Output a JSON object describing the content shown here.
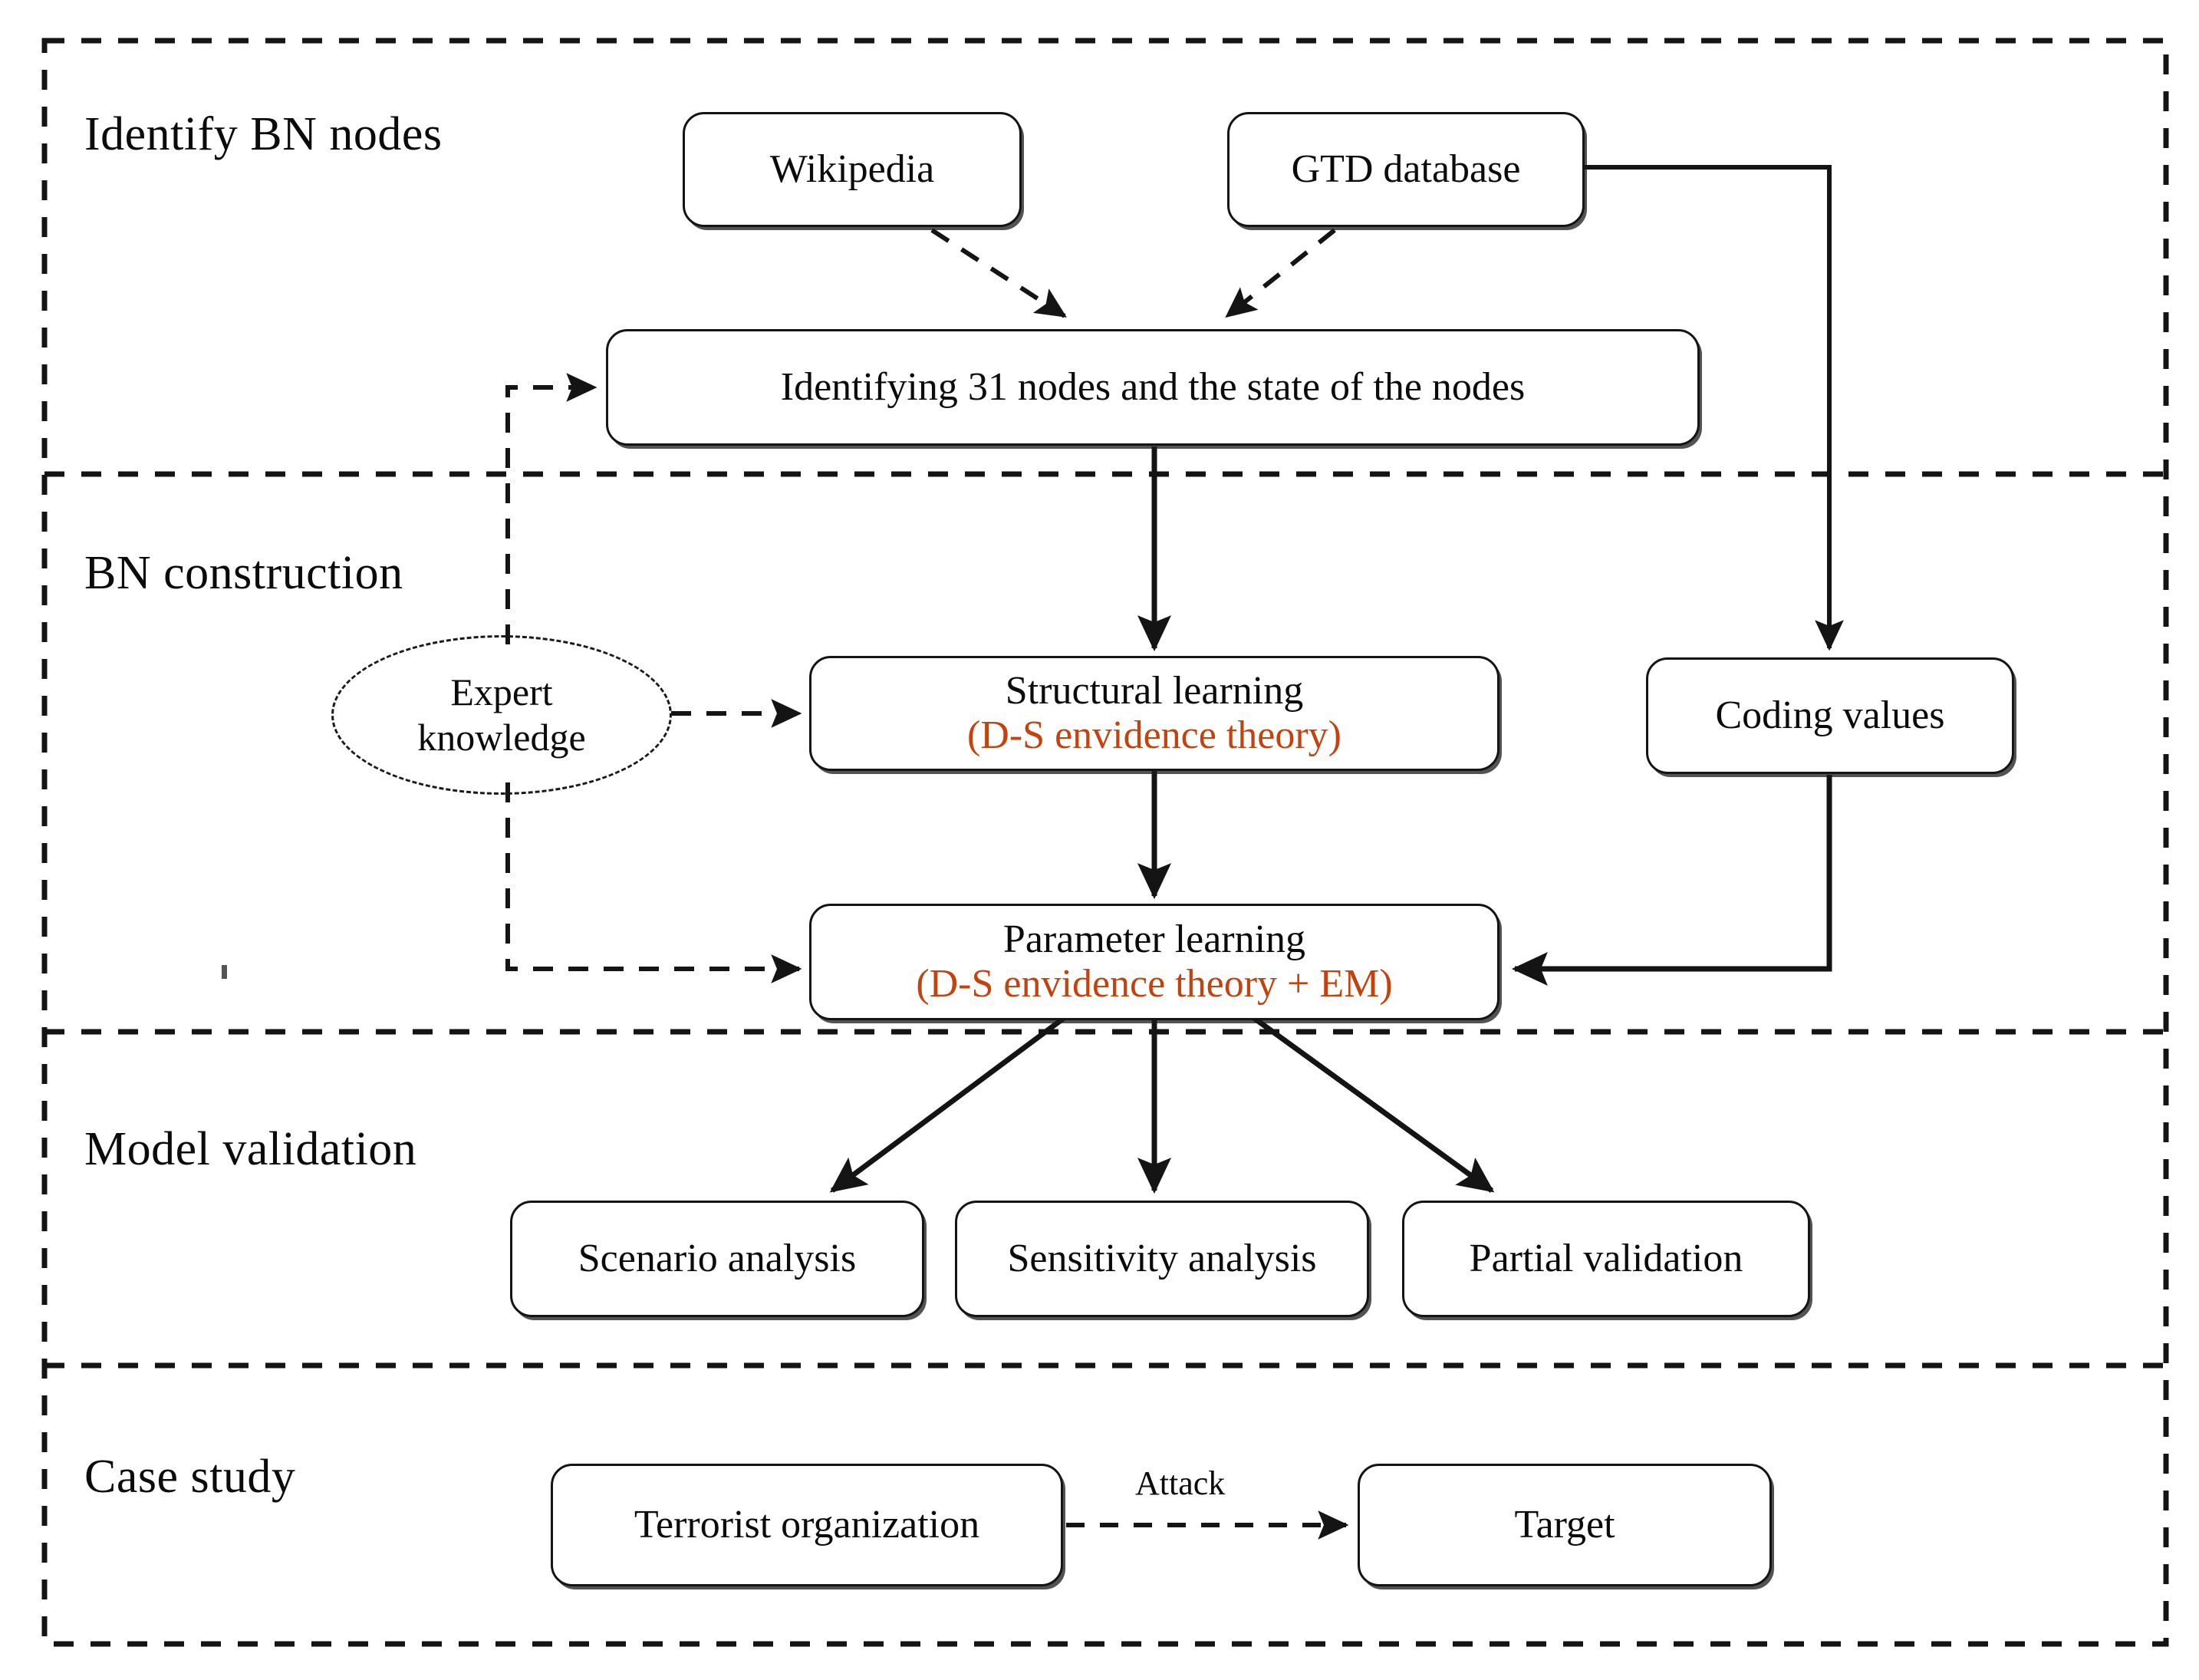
{
  "figure": {
    "title": "Bayesian network modelling framework flowchart",
    "accent_color": "#C3420D",
    "line_color": "#141414"
  },
  "sections": [
    {
      "id": "identify-bn-nodes",
      "label": "Identify BN nodes"
    },
    {
      "id": "bn-construction",
      "label": "BN construction"
    },
    {
      "id": "model-validation",
      "label": "Model validation"
    },
    {
      "id": "case-study",
      "label": "Case study"
    }
  ],
  "nodes": {
    "wikipedia": {
      "label": "Wikipedia"
    },
    "gtd_database": {
      "label": "GTD database"
    },
    "identifying_nodes": {
      "label": "Identifying 31 nodes and the state of the nodes"
    },
    "expert_knowledge": {
      "line1": "Expert",
      "line2": "knowledge"
    },
    "structural_learning": {
      "line1": "Structural learning",
      "line2": "(D-S envidence theory)"
    },
    "coding_values": {
      "label": "Coding values"
    },
    "parameter_learning": {
      "line1": "Parameter learning",
      "line2": "(D-S envidence theory + EM)"
    },
    "scenario_analysis": {
      "label": "Scenario analysis"
    },
    "sensitivity_analysis": {
      "label": "Sensitivity analysis"
    },
    "partial_validation": {
      "label": "Partial validation"
    },
    "terrorist_org": {
      "label": "Terrorist organization"
    },
    "target": {
      "label": "Target"
    }
  },
  "edge_labels": {
    "attack": "Attack"
  }
}
